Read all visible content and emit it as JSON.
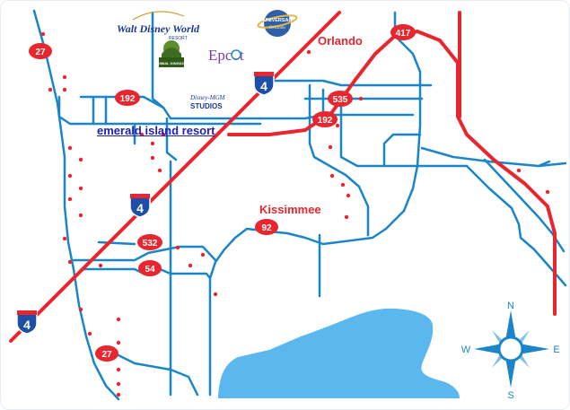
{
  "map": {
    "colors": {
      "road": "#1a86c8",
      "highway": "#e8262f",
      "water": "#5ab8ef",
      "marker": "#e8262f",
      "route_badge": "#e8262f"
    },
    "cities": {
      "orlando": "Orlando",
      "kissimmee": "Kissimmee"
    },
    "route_shields": {
      "us27_north": "27",
      "us27_south": "27",
      "hwy192_west": "192",
      "hwy192_east": "192",
      "toll417": "417",
      "hwy535": "535",
      "hwy92": "92",
      "hwy532": "532",
      "hwy54": "54",
      "i4_north": "4",
      "i4_middle": "4",
      "i4_south": "4"
    },
    "resort_link": "emerald island resort",
    "compass": {
      "north": "N",
      "south": "S",
      "east": "E",
      "west": "W"
    },
    "logos": {
      "walt_disney_world": "Walt Disney World",
      "walt_disney_world_sub": "RESORT",
      "universal": "UNIVERSAL",
      "universal_sub": "Orlando",
      "animal_kingdom": "ANIMAL KINGDOM",
      "epcot": "Epcot",
      "mgm_top": "Disney-MGM",
      "mgm_bottom": "STUDIOS"
    }
  }
}
